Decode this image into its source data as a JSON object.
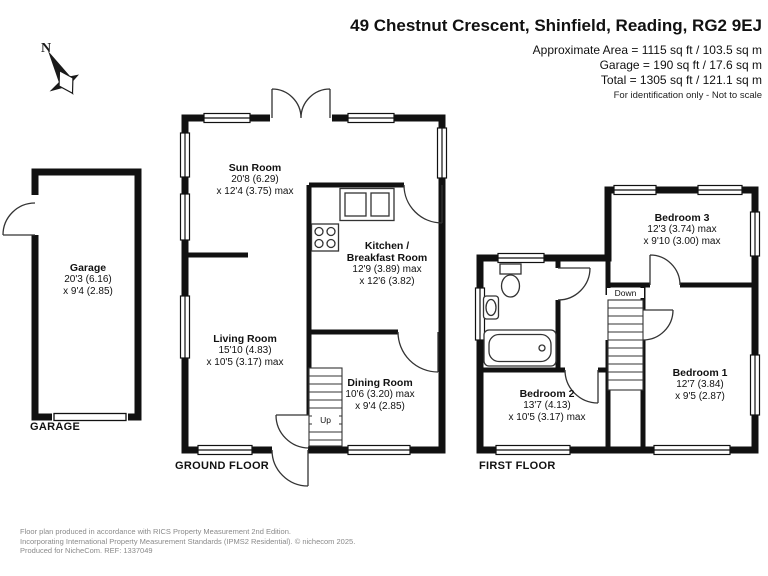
{
  "header": {
    "address": "49 Chestnut Crescent, Shinfield, Reading, RG2 9EJ",
    "areas": [
      "Approximate Area = 1115 sq ft / 103.5 sq m",
      "Garage = 190 sq ft / 17.6 sq m",
      "Total = 1305 sq ft / 121.1 sq m"
    ],
    "disclaimer": "For identification only - Not to scale"
  },
  "compass": {
    "north_label": "N"
  },
  "floors": {
    "garage": {
      "label": "GARAGE"
    },
    "ground": {
      "label": "GROUND FLOOR"
    },
    "first": {
      "label": "FIRST FLOOR"
    }
  },
  "rooms": {
    "garage": {
      "name": "Garage",
      "dims": [
        "20'3 (6.16)",
        "x 9'4 (2.85)"
      ]
    },
    "sun_room": {
      "name": "Sun Room",
      "dims": [
        "20'8 (6.29)",
        "x 12'4 (3.75) max"
      ]
    },
    "kitchen": {
      "name": "Kitchen / Breakfast Room",
      "dims": [
        "12'9 (3.89) max",
        "x 12'6 (3.82)"
      ]
    },
    "living_room": {
      "name": "Living Room",
      "dims": [
        "15'10 (4.83)",
        "x 10'5 (3.17) max"
      ]
    },
    "dining_room": {
      "name": "Dining Room",
      "dims": [
        "10'6 (3.20) max",
        "x 9'4 (2.85)"
      ]
    },
    "bedroom_1": {
      "name": "Bedroom 1",
      "dims": [
        "12'7 (3.84)",
        "x 9'5 (2.87)"
      ]
    },
    "bedroom_2": {
      "name": "Bedroom 2",
      "dims": [
        "13'7 (4.13)",
        "x 10'5 (3.17) max"
      ]
    },
    "bedroom_3": {
      "name": "Bedroom 3",
      "dims": [
        "12'3 (3.74) max",
        "x 9'10 (3.00) max"
      ]
    }
  },
  "stairs": {
    "up": "Up",
    "down": "Down"
  },
  "footer": {
    "lines": [
      "Floor plan produced in accordance with RICS Property Measurement 2nd Edition.",
      "Incorporating International Property Measurement Standards (IPMS2 Residential).  © nichecom 2025.",
      "Produced for NicheCom.  REF: 1337049"
    ]
  },
  "colors": {
    "wall": "#111111",
    "text": "#111111",
    "muted": "#8a8a8a"
  }
}
